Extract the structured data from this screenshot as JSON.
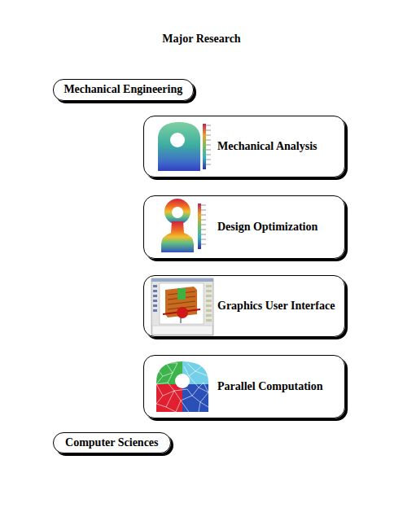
{
  "diagram": {
    "title": "Major Research",
    "nodes": [
      {
        "text": [
          "Mechanical Engineering"
        ]
      },
      {
        "text": [
          "Mechanical Analysis"
        ]
      },
      {
        "text": [
          "Design Optimization"
        ]
      },
      {
        "text": [
          "Graphics User Interface"
        ]
      },
      {
        "text": [
          "Parallel Computation"
        ]
      },
      {
        "text": [
          "Computer Sciences"
        ]
      }
    ]
  }
}
